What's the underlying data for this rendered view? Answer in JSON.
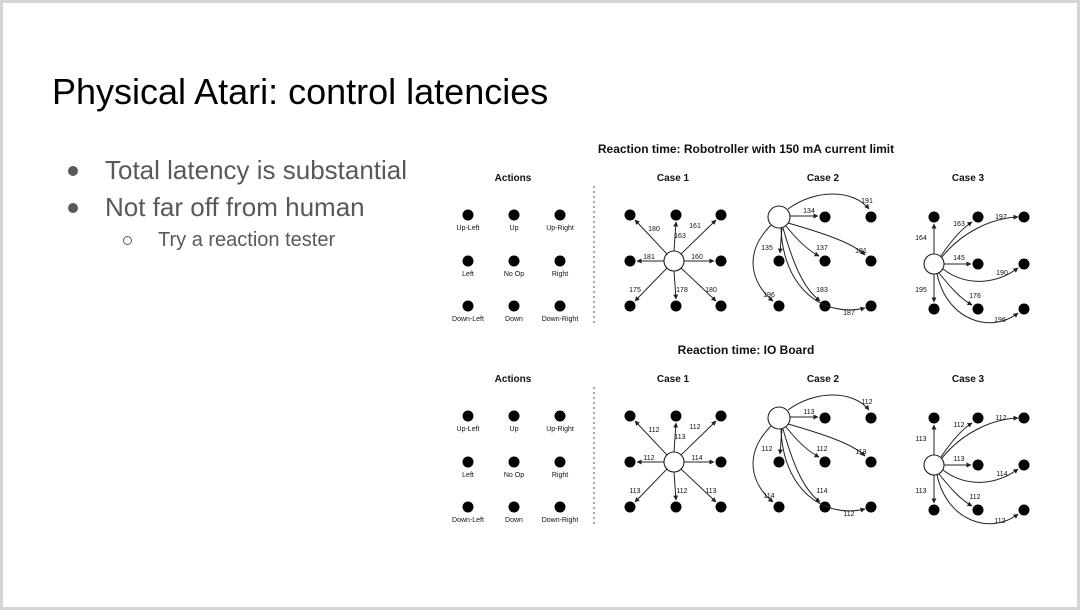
{
  "slide": {
    "title": "Physical Atari: control latencies",
    "bullets": [
      {
        "text": "Total latency is substantial",
        "level": 1
      },
      {
        "text": "Not far off from human",
        "level": 1
      },
      {
        "text": "Try a reaction tester",
        "level": 2
      }
    ]
  },
  "figure": {
    "dot_color": "#000000",
    "actions_header": "Actions",
    "case_headers": [
      "Case 1",
      "Case 2",
      "Case 3"
    ],
    "action_labels": [
      "Up-Left",
      "Up",
      "Up-Right",
      "Left",
      "No Op",
      "Right",
      "Down-Left",
      "Down",
      "Down-Right"
    ],
    "panels": [
      {
        "title": "Reaction time: Robotroller with 150 mA current limit",
        "case1": {
          "up_left": "180",
          "up": "163",
          "up_right": "161",
          "left": "181",
          "right": "160",
          "down_left": "175",
          "down": "178",
          "down_right": "180"
        },
        "case2": {
          "top_right": "191",
          "up": "134",
          "up_right": "137",
          "right": "181",
          "left_near": "135",
          "bottom_left": "196",
          "bottom_mid": "183",
          "bottom_right": "187"
        },
        "case3": {
          "top_left": "164",
          "top_mid": "163",
          "top_right": "197",
          "mid": "145",
          "mid_right": "190",
          "bottom_left": "195",
          "bottom_mid": "176",
          "bottom_right": "196"
        }
      },
      {
        "title": "Reaction time: IO Board",
        "case1": {
          "up_left": "112",
          "up": "113",
          "up_right": "112",
          "left": "112",
          "right": "114",
          "down_left": "113",
          "down": "112",
          "down_right": "113"
        },
        "case2": {
          "top_right": "112",
          "up": "113",
          "up_right": "112",
          "right": "113",
          "left_near": "112",
          "bottom_left": "114",
          "bottom_mid": "114",
          "bottom_right": "112"
        },
        "case3": {
          "top_left": "113",
          "top_mid": "112",
          "top_right": "112",
          "mid": "113",
          "mid_right": "114",
          "bottom_left": "113",
          "bottom_mid": "112",
          "bottom_right": "112"
        }
      }
    ]
  }
}
